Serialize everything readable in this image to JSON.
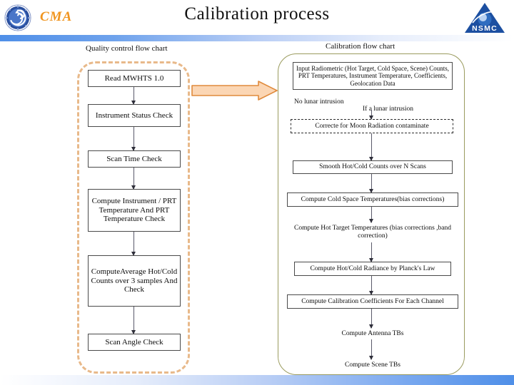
{
  "header": {
    "title": "Calibration  process",
    "cma_logo_text": "CMA",
    "cma_logo_icon": "cma-swirl-icon",
    "nsmc_logo_text": "NSMC",
    "nsmc_logo_icon": "nsmc-triangle-icon"
  },
  "captions": {
    "left": "Quality control  flow chart",
    "right": "Calibration flow chart"
  },
  "arrow": {
    "name": "flow-transition-arrow",
    "fill": "#fbd6b4",
    "stroke": "#e08a3c"
  },
  "colors": {
    "rule_blue": "#4f8fe8",
    "left_panel_border": "#e8b98a",
    "right_panel_border": "#9a9b5e",
    "cma_orange": "#f0941e",
    "nsmc_blue": "#1c4fa1",
    "node_border": "#4a4a4a",
    "connector": "#5a5a6a"
  },
  "left_flow": {
    "panel_style": "dashed-rounded",
    "nodes": [
      {
        "id": "read-mwhts",
        "label": "Read MWHTS 1.0"
      },
      {
        "id": "instrument-status",
        "label": "Instrument Status Check"
      },
      {
        "id": "scan-time",
        "label": "Scan Time Check"
      },
      {
        "id": "prt-temperature",
        "label": "Compute Instrument / PRT Temperature And PRT Temperature Check"
      },
      {
        "id": "average-counts",
        "label": "ComputeAverage Hot/Cold Counts over 3 samples And Check"
      },
      {
        "id": "scan-angle",
        "label": "Scan Angle Check"
      }
    ]
  },
  "right_flow": {
    "panel_style": "solid-rounded",
    "branch_labels": {
      "no_intrusion": "No lunar intrusion",
      "if_intrusion": "If a lunar intrusion"
    },
    "nodes": [
      {
        "id": "input-radiometric",
        "label": "Input Radiometric (Hot Target, Cold Space, Scene) Counts, PRT Temperatures, Instrument Temperature, Coefficients, Geolocation Data"
      },
      {
        "id": "moon-correction",
        "label": "Correcte for Moon Radiation contaminate"
      },
      {
        "id": "smooth-counts",
        "label": "Smooth Hot/Cold Counts over   N Scans"
      },
      {
        "id": "cold-space-temps",
        "label": "Compute Cold Space Temperatures(bias corrections)"
      },
      {
        "id": "hot-target-temps",
        "label": "Compute Hot Target Temperatures (bias corrections ,band correction)"
      },
      {
        "id": "planck-radiance",
        "label": "Compute  Hot/Cold Radiance by Planck's Law"
      },
      {
        "id": "calib-coefficients",
        "label": "Compute  Calibration Coefficients For Each Channel"
      },
      {
        "id": "antenna-tbs",
        "label": "Compute Antenna TBs"
      },
      {
        "id": "scene-tbs",
        "label": "Compute  Scene TBs"
      }
    ]
  }
}
